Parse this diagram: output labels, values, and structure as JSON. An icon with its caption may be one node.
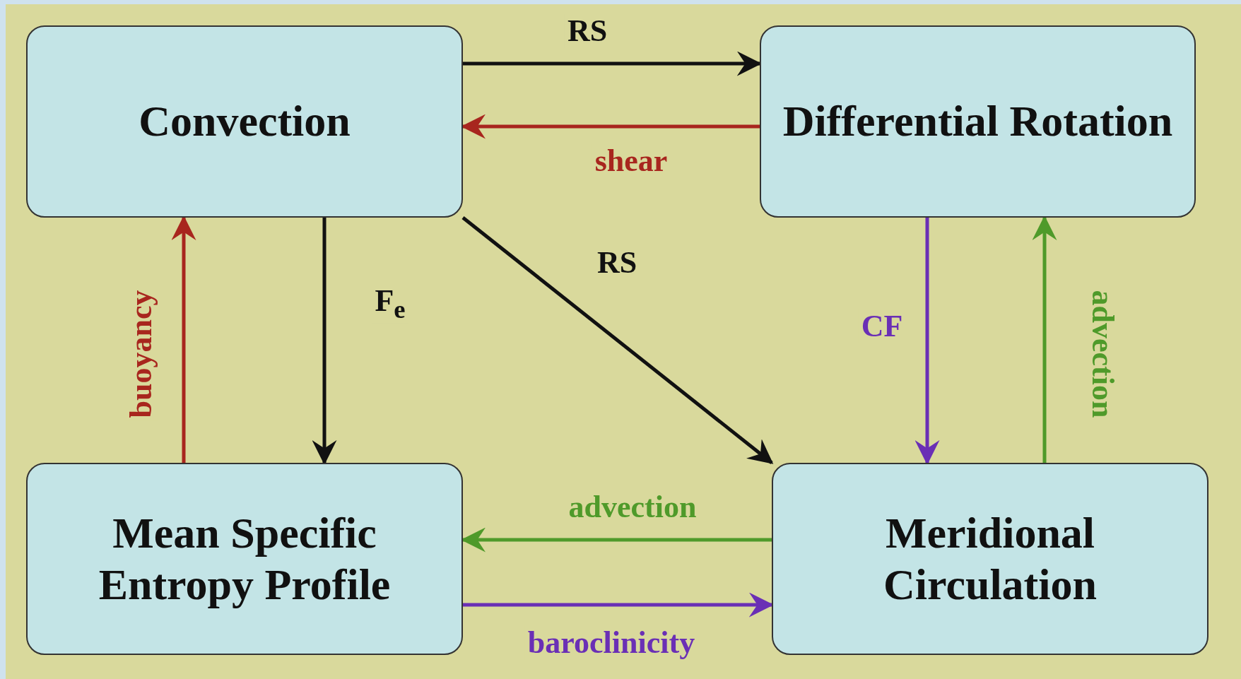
{
  "diagram": {
    "nodes": [
      {
        "text": [
          "Convection"
        ]
      },
      {
        "text": [
          "Differential Rotation"
        ]
      },
      {
        "text": [
          "Mean Specific Entropy Profile"
        ]
      },
      {
        "text": [
          "Meridional Circulation"
        ]
      }
    ],
    "edges": [
      {
        "from": 0,
        "to": 1,
        "arrow": "to",
        "label": "RS"
      },
      {
        "from": 1,
        "to": 0,
        "arrow": "to",
        "label": "shear",
        "color": "#a8261e"
      },
      {
        "from": 0,
        "to": 3,
        "arrow": "to",
        "label": "RS"
      },
      {
        "from": 0,
        "to": 2,
        "arrow": "to",
        "label": "F$_{e}$"
      },
      {
        "from": 2,
        "to": 0,
        "arrow": "to",
        "label": "buoyancy",
        "color": "#a8261e"
      },
      {
        "from": 1,
        "to": 3,
        "arrow": "to",
        "label": "CF",
        "color": "#6a2fb5"
      },
      {
        "from": 3,
        "to": 1,
        "arrow": "to",
        "label": "advection",
        "color": "#4f9a2a"
      },
      {
        "from": 3,
        "to": 2,
        "arrow": "to",
        "label": "advection",
        "color": "#4f9a2a"
      },
      {
        "from": 2,
        "to": 3,
        "arrow": "to",
        "label": "baroclinicity",
        "color": "#6a2fb5"
      }
    ]
  }
}
